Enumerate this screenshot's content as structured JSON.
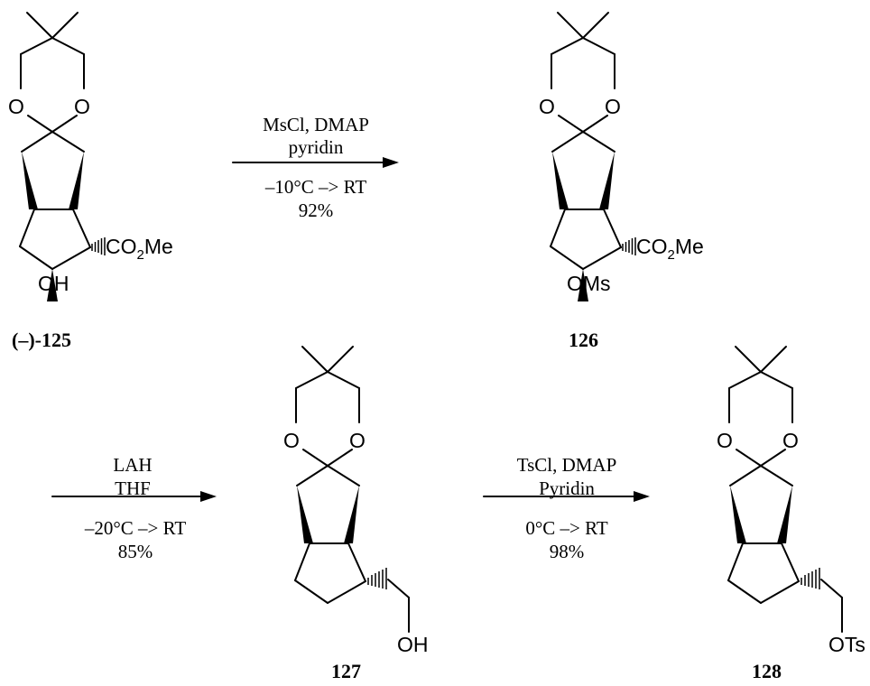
{
  "atoms": {
    "o": "O",
    "co2": "CO",
    "co2_sub": "2",
    "me": "Me",
    "oh": "OH",
    "oms": "OMs",
    "ots": "OTs"
  },
  "compounds": {
    "c125_prefix": "(–)-",
    "c125": "125",
    "c126": "126",
    "c127": "127",
    "c128": "128"
  },
  "reactions": [
    {
      "reagents_line1": "MsCl, DMAP",
      "reagents_line2": "pyridin",
      "conditions": "–10°C –> RT",
      "yield": "92%"
    },
    {
      "reagents_line1": "LAH",
      "reagents_line2": "THF",
      "conditions": "–20°C –> RT",
      "yield": "85%"
    },
    {
      "reagents_line1": "TsCl, DMAP",
      "reagents_line2": "Pyridin",
      "conditions": "0°C –> RT",
      "yield": "98%"
    }
  ]
}
